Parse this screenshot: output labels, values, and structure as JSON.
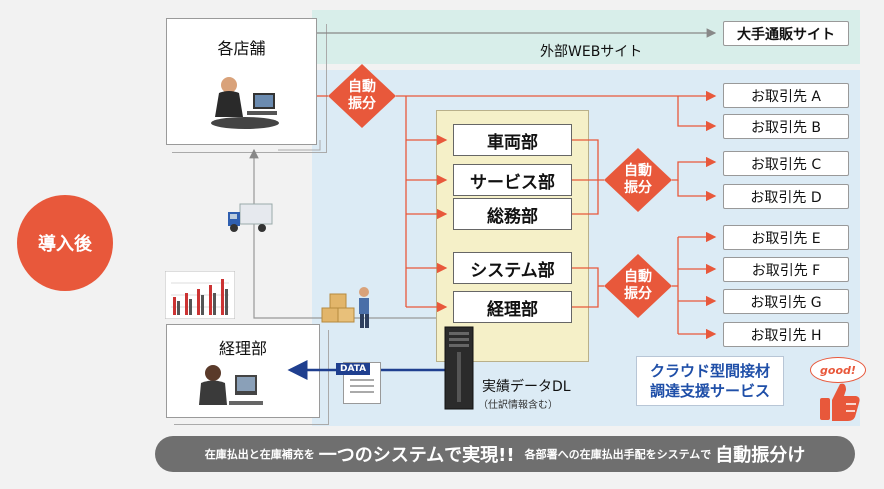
{
  "intro_badge": "導入後",
  "nodes": {
    "stores": "各店舗",
    "accounting": "経理部",
    "external_web": "外部WEBサイト",
    "big_ec_site": "大手通販サイト"
  },
  "auto_sort_label": [
    "自動",
    "振分"
  ],
  "departments": [
    "車両部",
    "サービス部",
    "総務部",
    "システム部",
    "経理部"
  ],
  "partners": [
    "お取引先 A",
    "お取引先 B",
    "お取引先 C",
    "お取引先 D",
    "お取引先 E",
    "お取引先 F",
    "お取引先 G",
    "お取引先 H"
  ],
  "data_badge": "DATA",
  "data_download": {
    "title": "実績データDL",
    "note": "（仕訳情報含む）"
  },
  "service_name": [
    "クラウド型間接材",
    "調達支援サービス"
  ],
  "good_badge": "good!",
  "banner": {
    "part1": "在庫払出と在庫補充を",
    "highlight1": "一つのシステムで実現!!",
    "part2": "各部署への在庫払出手配をシステムで",
    "highlight2": "自動振分け"
  },
  "colors": {
    "accent": "#e8583b",
    "cloud_bg": "#dcebf5",
    "web_band": "#d8eeea",
    "service_text": "#1f4fa8",
    "banner_bg": "#6f6f6f"
  },
  "icons": [
    "person-at-desk-icon",
    "delivery-truck-icon",
    "bar-chart-icon",
    "boxes-worker-icon",
    "data-document-icon",
    "server-tower-icon",
    "thumbs-up-icon"
  ]
}
